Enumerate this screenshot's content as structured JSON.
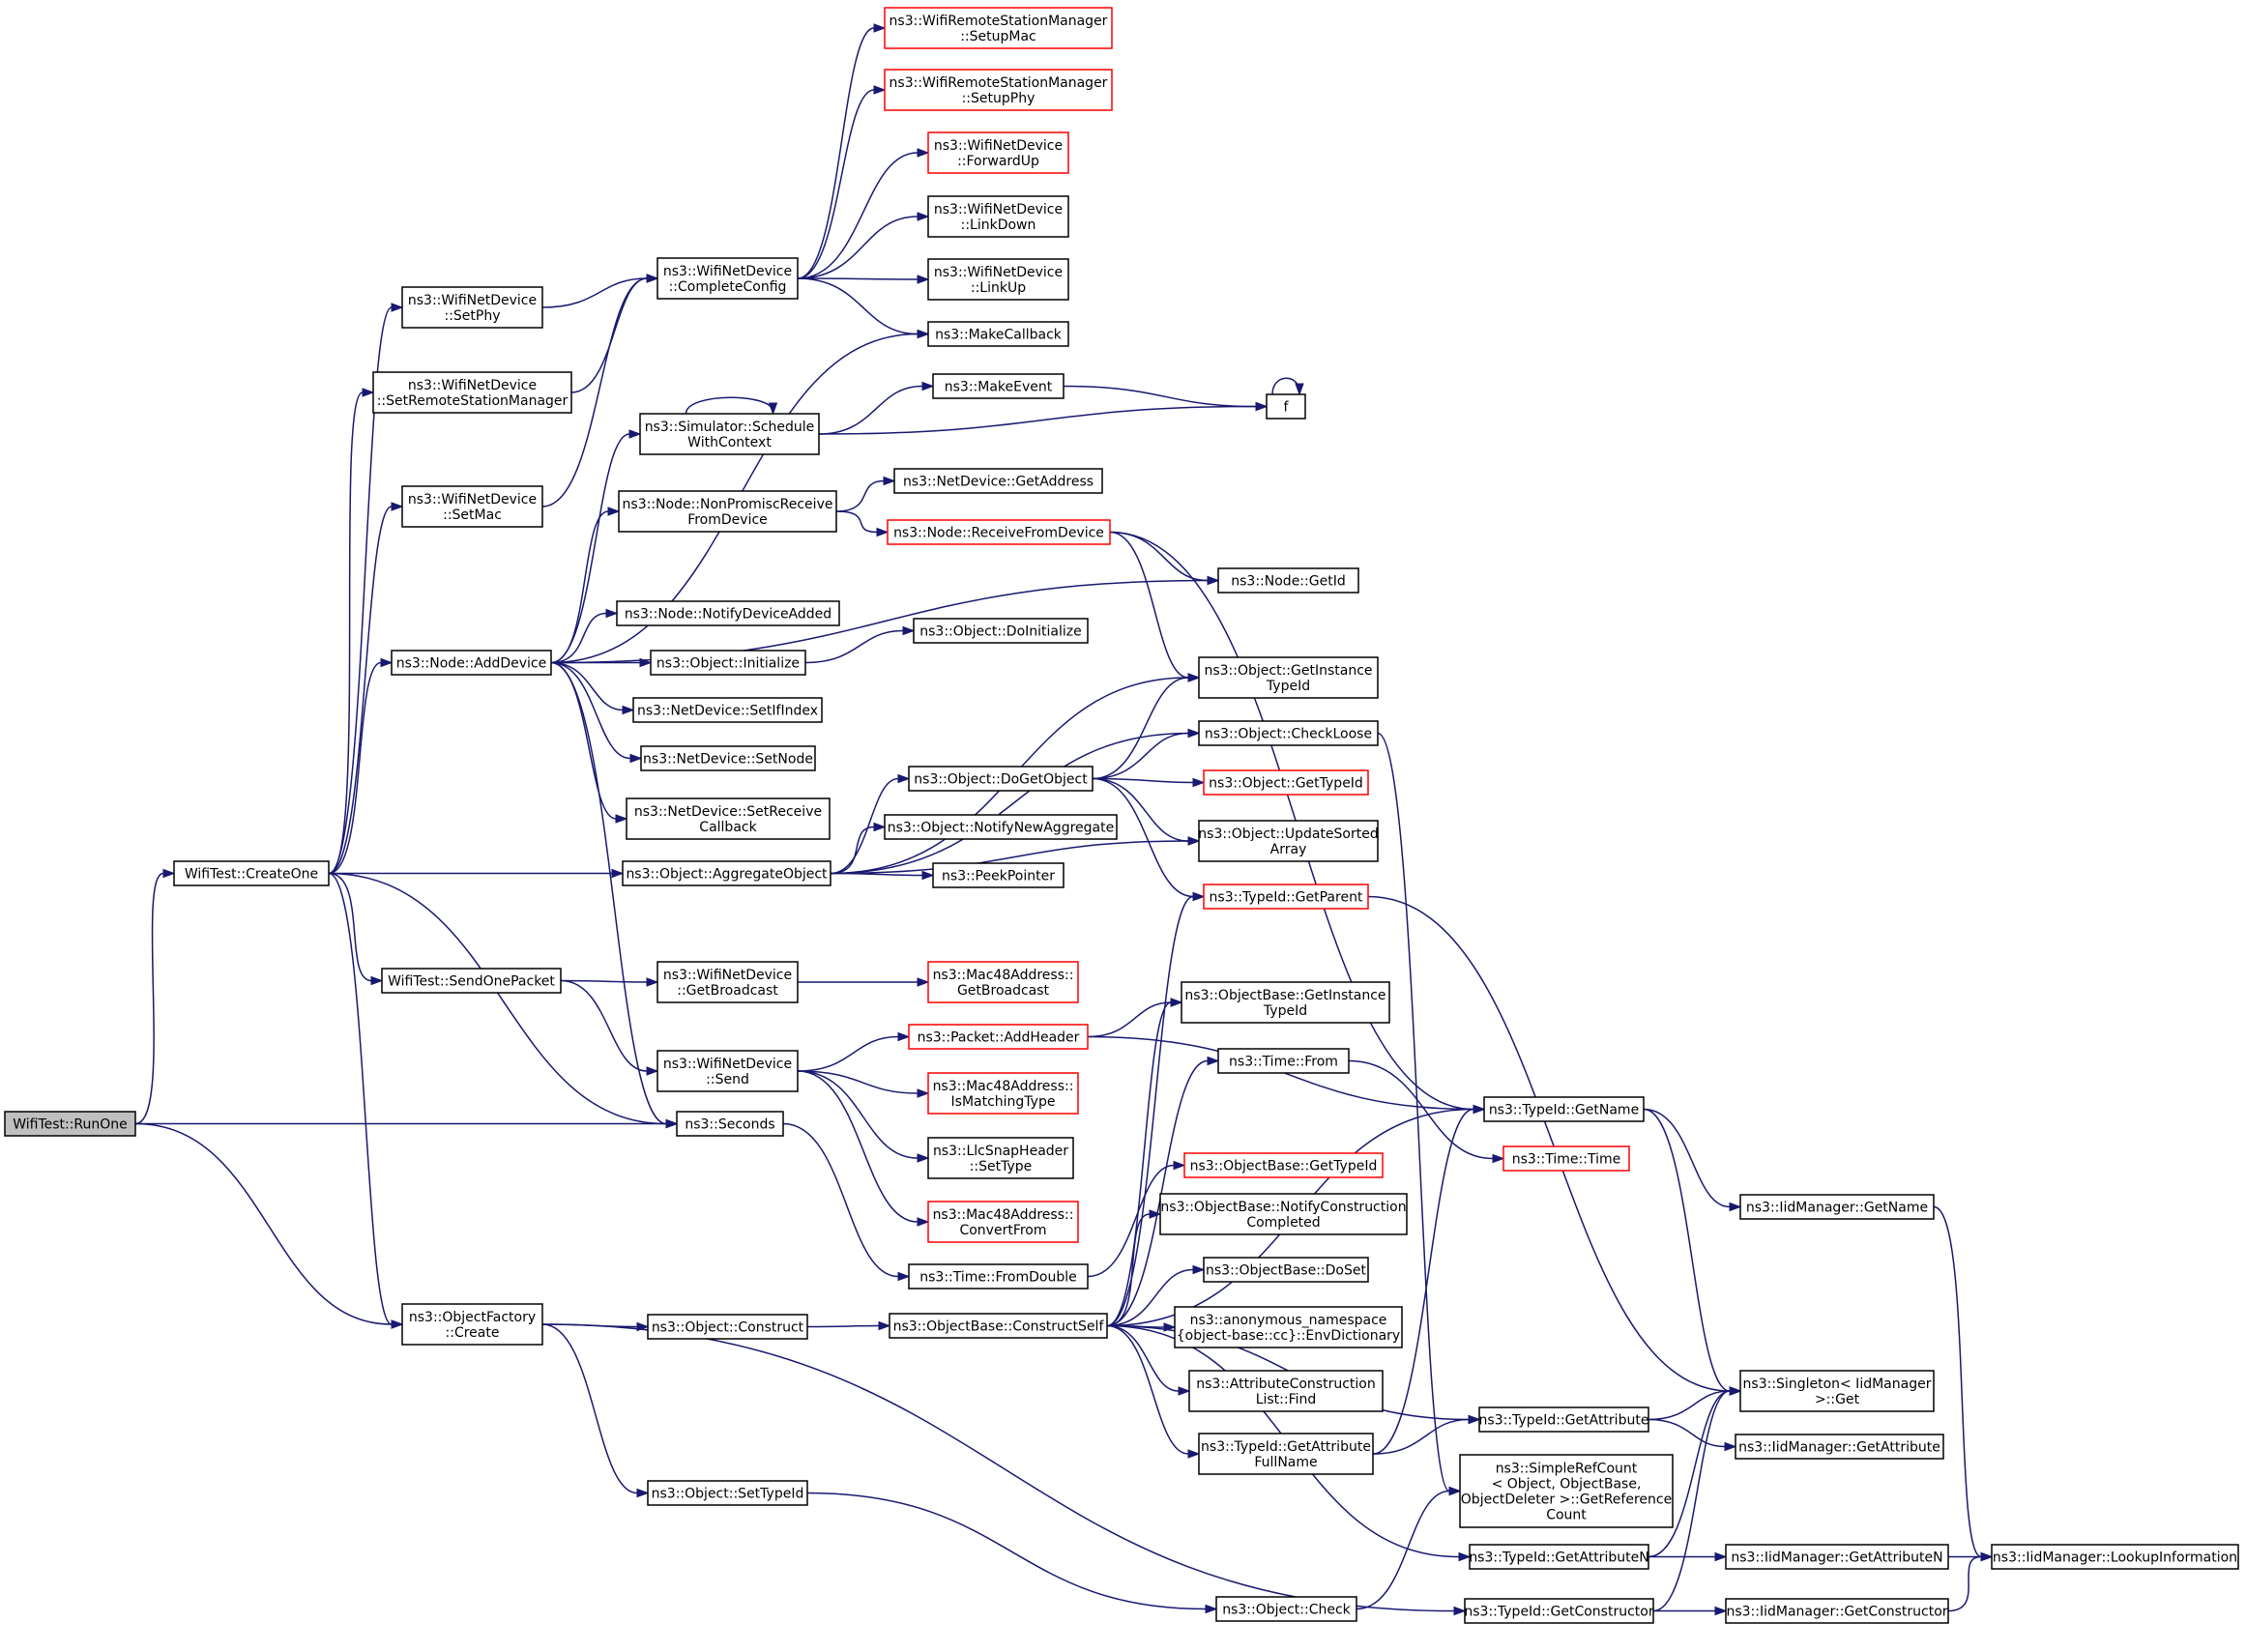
{
  "nodes": [
    {
      "id": "runone",
      "lines": [
        "WifiTest::RunOne"
      ],
      "style": "root"
    },
    {
      "id": "createone",
      "lines": [
        "WifiTest::CreateOne"
      ]
    },
    {
      "id": "seconds",
      "lines": [
        "ns3::Seconds"
      ]
    },
    {
      "id": "ofcreate",
      "lines": [
        "ns3::ObjectFactory",
        "::Create"
      ]
    },
    {
      "id": "setphy",
      "lines": [
        "ns3::WifiNetDevice",
        "::SetPhy"
      ]
    },
    {
      "id": "setrsm",
      "lines": [
        "ns3::WifiNetDevice",
        "::SetRemoteStationManager"
      ]
    },
    {
      "id": "setmac",
      "lines": [
        "ns3::WifiNetDevice",
        "::SetMac"
      ]
    },
    {
      "id": "adddevice",
      "lines": [
        "ns3::Node::AddDevice"
      ]
    },
    {
      "id": "sendonepacket",
      "lines": [
        "WifiTest::SendOnePacket"
      ]
    },
    {
      "id": "completeconfig",
      "lines": [
        "ns3::WifiNetDevice",
        "::CompleteConfig"
      ]
    },
    {
      "id": "schedule",
      "lines": [
        "ns3::Simulator::Schedule",
        "WithContext"
      ]
    },
    {
      "id": "nonpromisc",
      "lines": [
        "ns3::Node::NonPromiscReceive",
        "FromDevice"
      ]
    },
    {
      "id": "notifydevice",
      "lines": [
        "ns3::Node::NotifyDeviceAdded"
      ]
    },
    {
      "id": "initialize",
      "lines": [
        "ns3::Object::Initialize"
      ]
    },
    {
      "id": "setifindex",
      "lines": [
        "ns3::NetDevice::SetIfIndex"
      ]
    },
    {
      "id": "setnode",
      "lines": [
        "ns3::NetDevice::SetNode"
      ]
    },
    {
      "id": "setreceive",
      "lines": [
        "ns3::NetDevice::SetReceive",
        "Callback"
      ]
    },
    {
      "id": "aggregate",
      "lines": [
        "ns3::Object::AggregateObject"
      ]
    },
    {
      "id": "getbroadcast",
      "lines": [
        "ns3::WifiNetDevice",
        "::GetBroadcast"
      ]
    },
    {
      "id": "send",
      "lines": [
        "ns3::WifiNetDevice",
        "::Send"
      ]
    },
    {
      "id": "objconstruct",
      "lines": [
        "ns3::Object::Construct"
      ]
    },
    {
      "id": "settypeid",
      "lines": [
        "ns3::Object::SetTypeId"
      ]
    },
    {
      "id": "setupmac",
      "lines": [
        "ns3::WifiRemoteStationManager",
        "::SetupMac"
      ],
      "style": "red"
    },
    {
      "id": "setupphy",
      "lines": [
        "ns3::WifiRemoteStationManager",
        "::SetupPhy"
      ],
      "style": "red"
    },
    {
      "id": "forwardup",
      "lines": [
        "ns3::WifiNetDevice",
        "::ForwardUp"
      ],
      "style": "red"
    },
    {
      "id": "linkdown",
      "lines": [
        "ns3::WifiNetDevice",
        "::LinkDown"
      ]
    },
    {
      "id": "linkup",
      "lines": [
        "ns3::WifiNetDevice",
        "::LinkUp"
      ]
    },
    {
      "id": "makecallback",
      "lines": [
        "ns3::MakeCallback"
      ]
    },
    {
      "id": "makeevent",
      "lines": [
        "ns3::MakeEvent"
      ]
    },
    {
      "id": "f",
      "lines": [
        "f"
      ]
    },
    {
      "id": "ndgetaddress",
      "lines": [
        "ns3::NetDevice::GetAddress"
      ]
    },
    {
      "id": "receivefromdevice",
      "lines": [
        "ns3::Node::ReceiveFromDevice"
      ],
      "style": "red"
    },
    {
      "id": "nodegetid",
      "lines": [
        "ns3::Node::GetId"
      ]
    },
    {
      "id": "doinitialize",
      "lines": [
        "ns3::Object::DoInitialize"
      ]
    },
    {
      "id": "getinstancetypeid",
      "lines": [
        "ns3::Object::GetInstance",
        "TypeId"
      ]
    },
    {
      "id": "checkloose",
      "lines": [
        "ns3::Object::CheckLoose"
      ]
    },
    {
      "id": "dogetobject",
      "lines": [
        "ns3::Object::DoGetObject"
      ]
    },
    {
      "id": "objgettypeid",
      "lines": [
        "ns3::Object::GetTypeId"
      ],
      "style": "red"
    },
    {
      "id": "notifynewaggregate",
      "lines": [
        "ns3::Object::NotifyNewAggregate"
      ]
    },
    {
      "id": "updatesorted",
      "lines": [
        "ns3::Object::UpdateSorted",
        "Array"
      ]
    },
    {
      "id": "peekpointer",
      "lines": [
        "ns3::PeekPointer"
      ]
    },
    {
      "id": "getparent",
      "lines": [
        "ns3::TypeId::GetParent"
      ],
      "style": "red"
    },
    {
      "id": "macgetbroadcast",
      "lines": [
        "ns3::Mac48Address::",
        "GetBroadcast"
      ],
      "style": "red"
    },
    {
      "id": "addheader",
      "lines": [
        "ns3::Packet::AddHeader"
      ],
      "style": "red"
    },
    {
      "id": "obgetinstancetypeid",
      "lines": [
        "ns3::ObjectBase::GetInstance",
        "TypeId"
      ]
    },
    {
      "id": "ismatchingtype",
      "lines": [
        "ns3::Mac48Address::",
        "IsMatchingType"
      ],
      "style": "red"
    },
    {
      "id": "timefrom",
      "lines": [
        "ns3::Time::From"
      ]
    },
    {
      "id": "typeidgetname",
      "lines": [
        "ns3::TypeId::GetName"
      ]
    },
    {
      "id": "llcsettype",
      "lines": [
        "ns3::LlcSnapHeader",
        "::SetType"
      ]
    },
    {
      "id": "timetime",
      "lines": [
        "ns3::Time::Time"
      ],
      "style": "red"
    },
    {
      "id": "obgettypeid",
      "lines": [
        "ns3::ObjectBase::GetTypeId"
      ],
      "style": "red"
    },
    {
      "id": "convertfrom",
      "lines": [
        "ns3::Mac48Address::",
        "ConvertFrom"
      ],
      "style": "red"
    },
    {
      "id": "iidgetname",
      "lines": [
        "ns3::IidManager::GetName"
      ]
    },
    {
      "id": "notifyconstruction",
      "lines": [
        "ns3::ObjectBase::NotifyConstruction",
        "Completed"
      ]
    },
    {
      "id": "fromdouble",
      "lines": [
        "ns3::Time::FromDouble"
      ]
    },
    {
      "id": "doset",
      "lines": [
        "ns3::ObjectBase::DoSet"
      ]
    },
    {
      "id": "constructself",
      "lines": [
        "ns3::ObjectBase::ConstructSelf"
      ]
    },
    {
      "id": "envdictionary",
      "lines": [
        "ns3::anonymous_namespace",
        "{object-base::cc}::EnvDictionary"
      ]
    },
    {
      "id": "attrconstructionfind",
      "lines": [
        "ns3::AttributeConstruction",
        "List::Find"
      ]
    },
    {
      "id": "singletonget",
      "lines": [
        "ns3::Singleton< IidManager",
        ">::Get"
      ]
    },
    {
      "id": "getattributefullname",
      "lines": [
        "ns3::TypeId::GetAttribute",
        "FullName"
      ]
    },
    {
      "id": "typeidgetattribute",
      "lines": [
        "ns3::TypeId::GetAttribute"
      ]
    },
    {
      "id": "iidgetattribute",
      "lines": [
        "ns3::IidManager::GetAttribute"
      ]
    },
    {
      "id": "simplerefcount",
      "lines": [
        "ns3::SimpleRefCount",
        "< Object, ObjectBase,",
        "ObjectDeleter >::GetReference",
        "Count"
      ]
    },
    {
      "id": "getattributen",
      "lines": [
        "ns3::TypeId::GetAttributeN"
      ]
    },
    {
      "id": "iidgetattributen",
      "lines": [
        "ns3::IidManager::GetAttributeN"
      ]
    },
    {
      "id": "lookupinformation",
      "lines": [
        "ns3::IidManager::LookupInformation"
      ]
    },
    {
      "id": "objcheck",
      "lines": [
        "ns3::Object::Check"
      ]
    },
    {
      "id": "getconstructor",
      "lines": [
        "ns3::TypeId::GetConstructor"
      ]
    },
    {
      "id": "iidgetconstructor",
      "lines": [
        "ns3::IidManager::GetConstructor"
      ]
    }
  ],
  "edges": [
    [
      "runone",
      "createone"
    ],
    [
      "runone",
      "seconds"
    ],
    [
      "runone",
      "ofcreate"
    ],
    [
      "createone",
      "setphy"
    ],
    [
      "createone",
      "setrsm"
    ],
    [
      "createone",
      "setmac"
    ],
    [
      "createone",
      "adddevice"
    ],
    [
      "createone",
      "aggregate"
    ],
    [
      "createone",
      "sendonepacket"
    ],
    [
      "createone",
      "seconds"
    ],
    [
      "createone",
      "ofcreate"
    ],
    [
      "setphy",
      "completeconfig"
    ],
    [
      "setrsm",
      "completeconfig"
    ],
    [
      "setmac",
      "completeconfig"
    ],
    [
      "completeconfig",
      "setupmac"
    ],
    [
      "completeconfig",
      "setupphy"
    ],
    [
      "completeconfig",
      "forwardup"
    ],
    [
      "completeconfig",
      "linkdown"
    ],
    [
      "completeconfig",
      "linkup"
    ],
    [
      "completeconfig",
      "makecallback"
    ],
    [
      "adddevice",
      "makecallback"
    ],
    [
      "adddevice",
      "schedule"
    ],
    [
      "adddevice",
      "nonpromisc"
    ],
    [
      "adddevice",
      "nodegetid"
    ],
    [
      "adddevice",
      "notifydevice"
    ],
    [
      "adddevice",
      "initialize"
    ],
    [
      "adddevice",
      "setifindex"
    ],
    [
      "adddevice",
      "setnode"
    ],
    [
      "adddevice",
      "setreceive"
    ],
    [
      "adddevice",
      "seconds"
    ],
    [
      "schedule",
      "schedule"
    ],
    [
      "schedule",
      "makeevent"
    ],
    [
      "schedule",
      "f"
    ],
    [
      "makeevent",
      "f"
    ],
    [
      "f",
      "f"
    ],
    [
      "nonpromisc",
      "ndgetaddress"
    ],
    [
      "nonpromisc",
      "receivefromdevice"
    ],
    [
      "receivefromdevice",
      "nodegetid"
    ],
    [
      "receivefromdevice",
      "getinstancetypeid"
    ],
    [
      "receivefromdevice",
      "typeidgetname"
    ],
    [
      "initialize",
      "doinitialize"
    ],
    [
      "aggregate",
      "getinstancetypeid"
    ],
    [
      "aggregate",
      "checkloose"
    ],
    [
      "aggregate",
      "dogetobject"
    ],
    [
      "aggregate",
      "notifynewaggregate"
    ],
    [
      "aggregate",
      "peekpointer"
    ],
    [
      "aggregate",
      "updatesorted"
    ],
    [
      "dogetobject",
      "getinstancetypeid"
    ],
    [
      "dogetobject",
      "checkloose"
    ],
    [
      "dogetobject",
      "objgettypeid"
    ],
    [
      "dogetobject",
      "updatesorted"
    ],
    [
      "dogetobject",
      "getparent"
    ],
    [
      "checkloose",
      "simplerefcount"
    ],
    [
      "sendonepacket",
      "getbroadcast"
    ],
    [
      "sendonepacket",
      "send"
    ],
    [
      "getbroadcast",
      "macgetbroadcast"
    ],
    [
      "send",
      "addheader"
    ],
    [
      "send",
      "ismatchingtype"
    ],
    [
      "send",
      "llcsettype"
    ],
    [
      "send",
      "convertfrom"
    ],
    [
      "addheader",
      "obgetinstancetypeid"
    ],
    [
      "addheader",
      "typeidgetname"
    ],
    [
      "seconds",
      "fromdouble"
    ],
    [
      "fromdouble",
      "obgettypeid"
    ],
    [
      "timefrom",
      "timetime"
    ],
    [
      "typeidgetname",
      "iidgetname"
    ],
    [
      "typeidgetname",
      "singletonget"
    ],
    [
      "getparent",
      "singletonget"
    ],
    [
      "iidgetname",
      "lookupinformation"
    ],
    [
      "ofcreate",
      "objconstruct"
    ],
    [
      "ofcreate",
      "settypeid"
    ],
    [
      "ofcreate",
      "getconstructor"
    ],
    [
      "objconstruct",
      "constructself"
    ],
    [
      "constructself",
      "getparent"
    ],
    [
      "constructself",
      "obgetinstancetypeid"
    ],
    [
      "constructself",
      "timefrom"
    ],
    [
      "constructself",
      "typeidgetname"
    ],
    [
      "constructself",
      "notifyconstruction"
    ],
    [
      "constructself",
      "doset"
    ],
    [
      "constructself",
      "envdictionary"
    ],
    [
      "constructself",
      "attrconstructionfind"
    ],
    [
      "constructself",
      "getattributefullname"
    ],
    [
      "constructself",
      "typeidgetattribute"
    ],
    [
      "constructself",
      "getattributen"
    ],
    [
      "getattributefullname",
      "typeidgetattribute"
    ],
    [
      "getattributefullname",
      "typeidgetname"
    ],
    [
      "typeidgetattribute",
      "singletonget"
    ],
    [
      "typeidgetattribute",
      "iidgetattribute"
    ],
    [
      "getattributen",
      "singletonget"
    ],
    [
      "getattributen",
      "iidgetattributen"
    ],
    [
      "iidgetattributen",
      "lookupinformation"
    ],
    [
      "settypeid",
      "objcheck"
    ],
    [
      "objcheck",
      "simplerefcount"
    ],
    [
      "getconstructor",
      "singletonget"
    ],
    [
      "getconstructor",
      "iidgetconstructor"
    ],
    [
      "iidgetconstructor",
      "lookupinformation"
    ]
  ]
}
